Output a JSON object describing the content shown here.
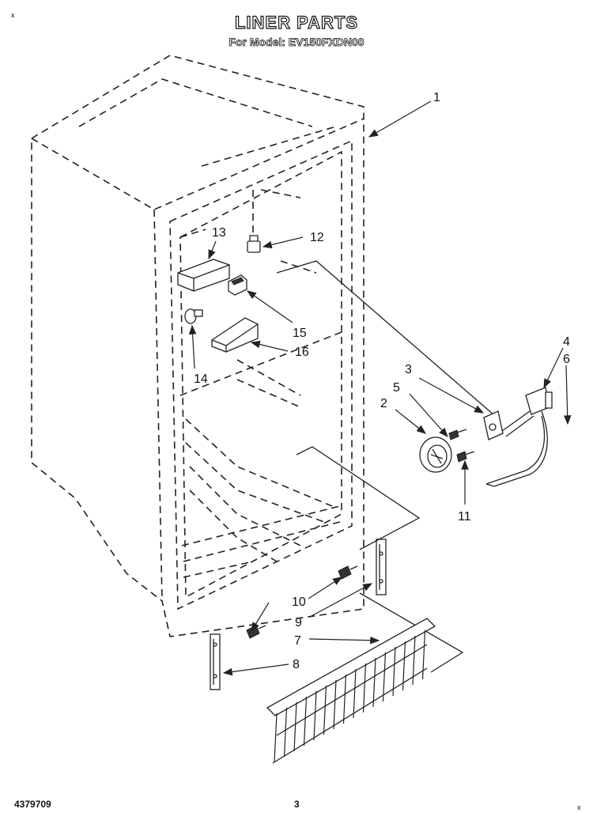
{
  "header": {
    "title": "LINER PARTS",
    "subtitle": "For Model: EV150FXDN00"
  },
  "footer": {
    "document_number": "4379709",
    "page_number": "3"
  },
  "corner_marks": [
    "x",
    "x"
  ],
  "callouts": [
    "1",
    "2",
    "3",
    "4",
    "5",
    "6",
    "7",
    "8",
    "9",
    "10",
    "11",
    "12",
    "13",
    "14",
    "15",
    "16"
  ]
}
